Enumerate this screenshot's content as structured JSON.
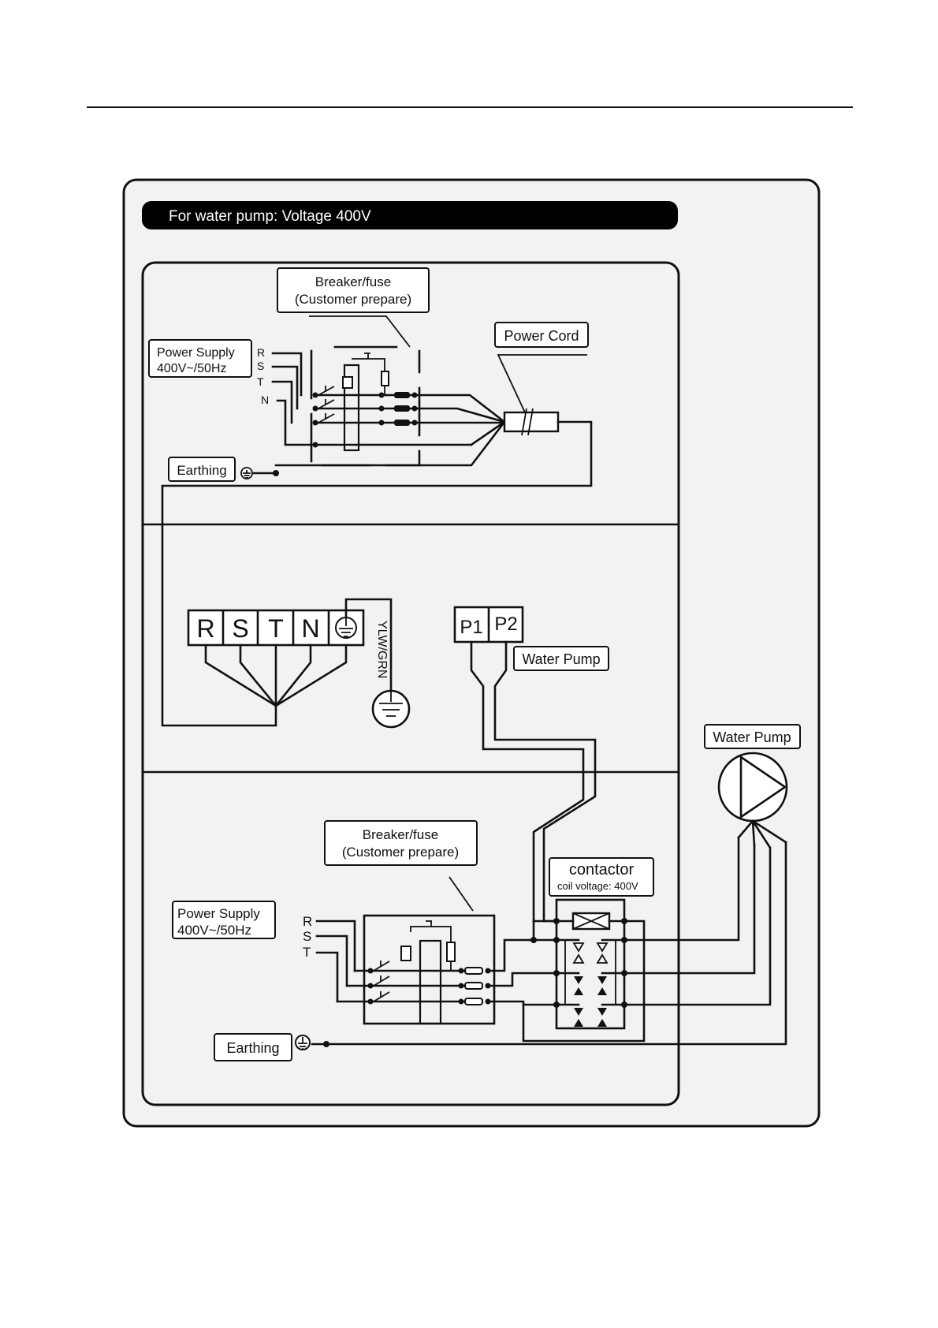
{
  "header_bar": "For water pump: Voltage 400V",
  "top_section": {
    "breaker": [
      "Breaker/fuse",
      "(Customer prepare)"
    ],
    "power_supply": [
      "Power Supply",
      "400V~/50Hz"
    ],
    "phases": [
      "R",
      "S",
      "T",
      "N"
    ],
    "power_cord": "Power Cord",
    "earthing": "Earthing"
  },
  "middle_section": {
    "terminals": [
      "R",
      "S",
      "T",
      "N"
    ],
    "earth_wire_color": "YLW/GRN",
    "pump_terminals": [
      "P1",
      "P2"
    ],
    "pump_label": "Water Pump"
  },
  "bottom_section": {
    "breaker": [
      "Breaker/fuse",
      "(Customer prepare)"
    ],
    "power_supply": [
      "Power Supply",
      "400V~/50Hz"
    ],
    "phases": [
      "R",
      "S",
      "T"
    ],
    "contactor": "contactor",
    "coil_voltage": "coil voltage:  400V",
    "earthing": "Earthing"
  },
  "pump_symbol_label": "Water Pump"
}
